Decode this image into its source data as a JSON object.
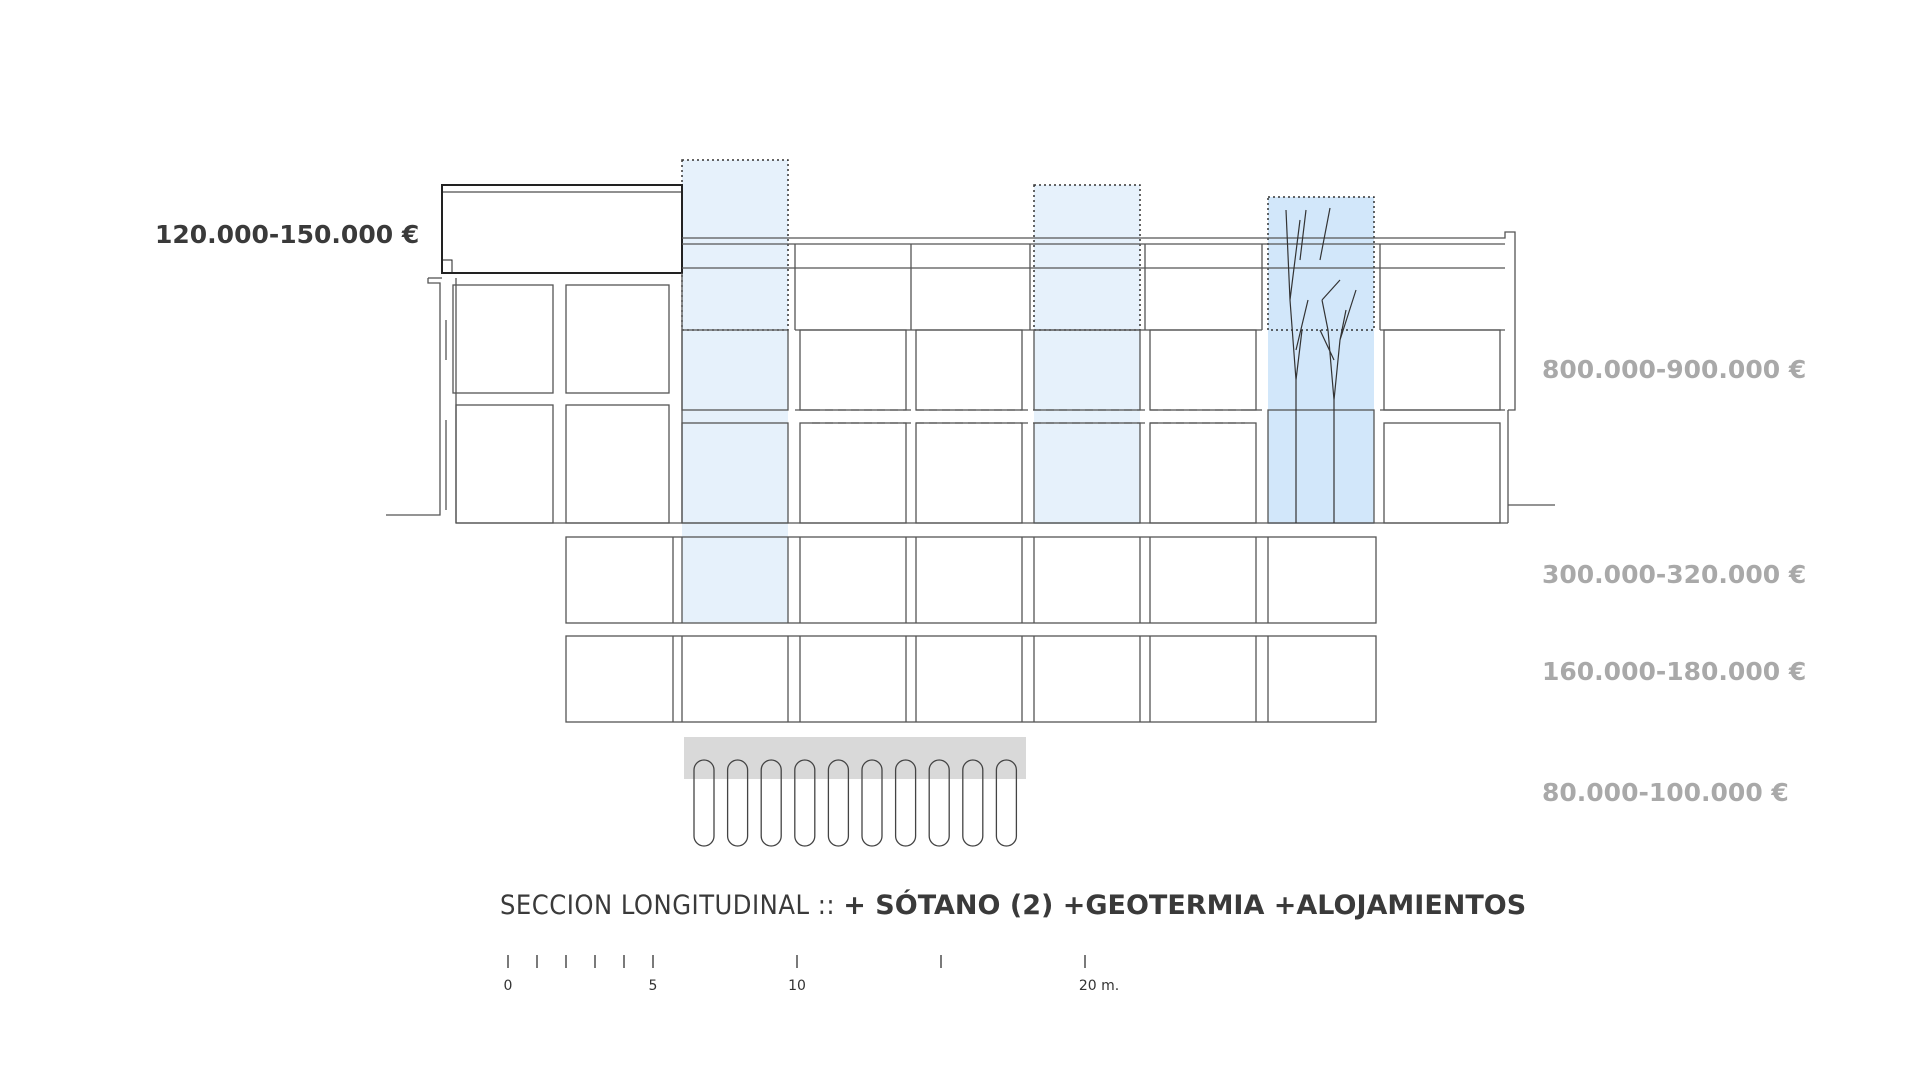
{
  "costs": {
    "penthouse": "120.000-150.000 €",
    "above_ground": "800.000-900.000 €",
    "basement_1": "300.000-320.000 €",
    "basement_2": "160.000-180.000 €",
    "geothermal": "80.000-100.000 €"
  },
  "title": {
    "light": "SECCION LONGITUDINAL :: ",
    "bold": "+ SÓTANO (2) +GEOTERMIA +ALOJAMIENTOS"
  },
  "scale": {
    "labels": [
      "0",
      "5",
      "10",
      "20 m."
    ]
  },
  "colors": {
    "line": "#555555",
    "patio_fill": "#e6f1fb",
    "tree_patio_fill": "#d2e7fa",
    "geothermal_band": "#d9d9d9",
    "cost_dark": "#3a3a3a",
    "cost_grey": "#a9a9a9"
  }
}
